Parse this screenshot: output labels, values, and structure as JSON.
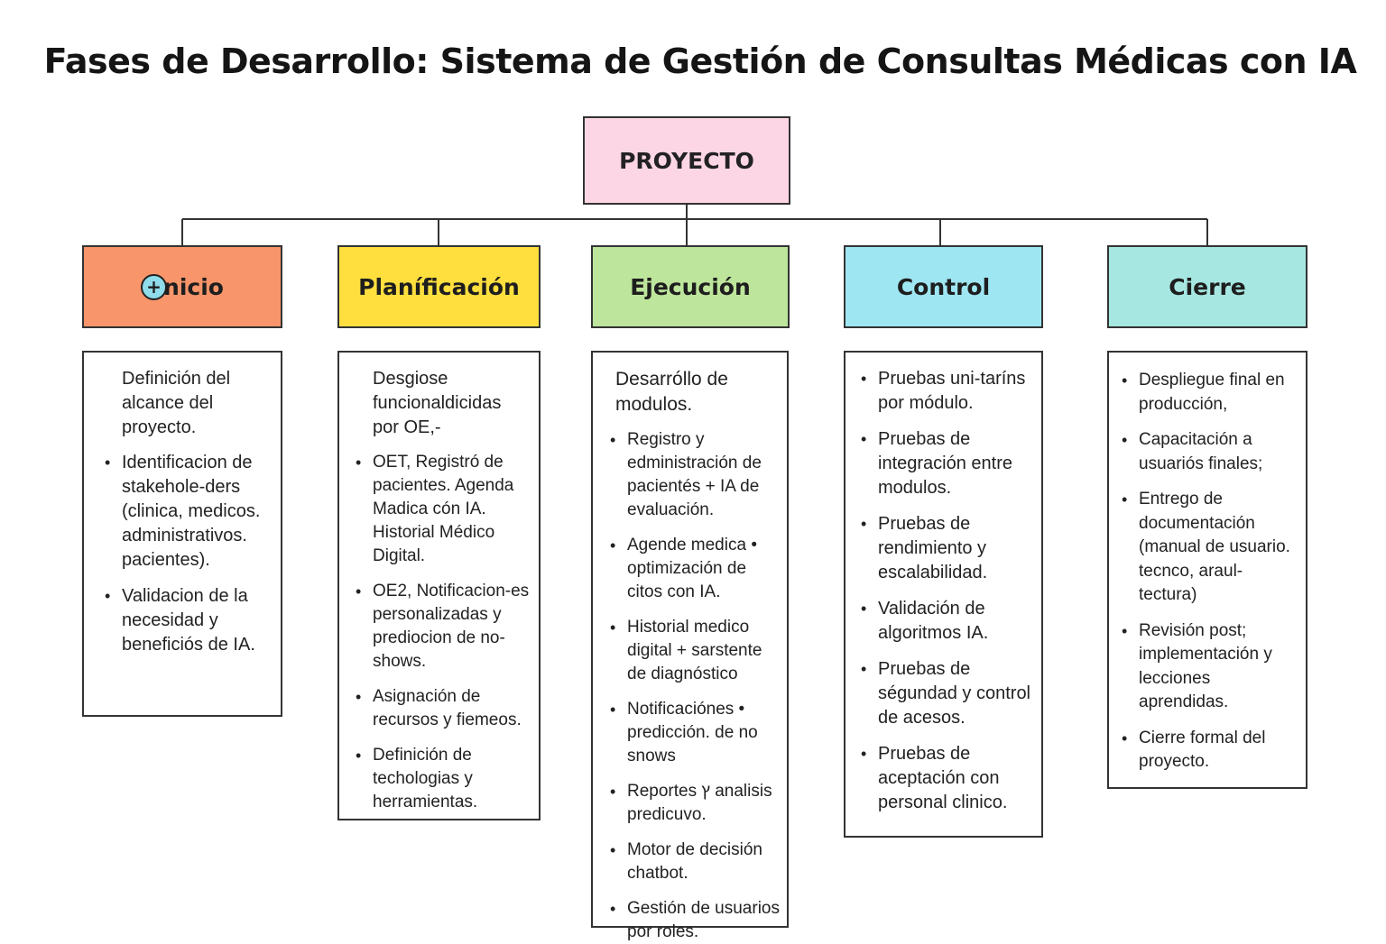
{
  "title": "Fases de Desarrollo: Sistema de Gestión de Consultas Médicas con IA",
  "root": {
    "label": "PROYECTO",
    "color": "#fdd6e6"
  },
  "phases": [
    {
      "label": "nicio",
      "icon": "plus-circle-icon",
      "icon_glyph": "+",
      "color": "#f9956a",
      "intro": "Definición del alcance del proyecto.",
      "items": [
        "Identificacion de stakehole-ders (clinica, medicos. administrativos. pacientes).",
        "Validacion de la necesidad y beneficiós de IA."
      ]
    },
    {
      "label": "Planíficación",
      "color": "#ffdf3e",
      "intro": "Desgiose funcionaldicidas por OE,-",
      "items": [
        "OET, Registró de pacientes. Agenda Madica cón IA. Historial Médico Digital.",
        "OE2, Notificacion-es personalizadas y prediocion de no-shows.",
        "Asignación de recursos y fiemeos.",
        "Definición de techologias y herramientas."
      ]
    },
    {
      "label": "Ejecución",
      "color": "#bde59b",
      "intro": "Desarróllo de modulos.",
      "items": [
        "Registro y edministración de pacientés + IA de evaluación.",
        "Agende medica • optimización de citos con IA.",
        "Historial medico digital + sarstente de diagnóstico",
        "Notificaciónes • predicción. de no snows",
        "Reportes ץ analisis predicuvo.",
        "Motor de decisión chatbot.",
        "Gestión de usuarios por roles."
      ]
    },
    {
      "label": "Control",
      "color": "#9fe6f3",
      "intro": "",
      "items": [
        "Pruebas uni-taríns por módulo.",
        "Pruebas de integración entre modulos.",
        "Pruebas de rendimiento y escalabilidad.",
        "Validación de algoritmos IA.",
        "Pruebas de ségundad y control de acesos.",
        "Pruebas de aceptación con personal clinico."
      ]
    },
    {
      "label": "Cierre",
      "color": "#a6e7e1",
      "intro": "",
      "items": [
        "Despliegue final en producción,",
        "Capacitación a usuariós finales;",
        "Entrego de documentación (manual de usuario. tecnco, araul-tectura)",
        "Revisión post; implementación y lecciones aprendidas.",
        "Cierre formal del proyecto."
      ]
    }
  ]
}
